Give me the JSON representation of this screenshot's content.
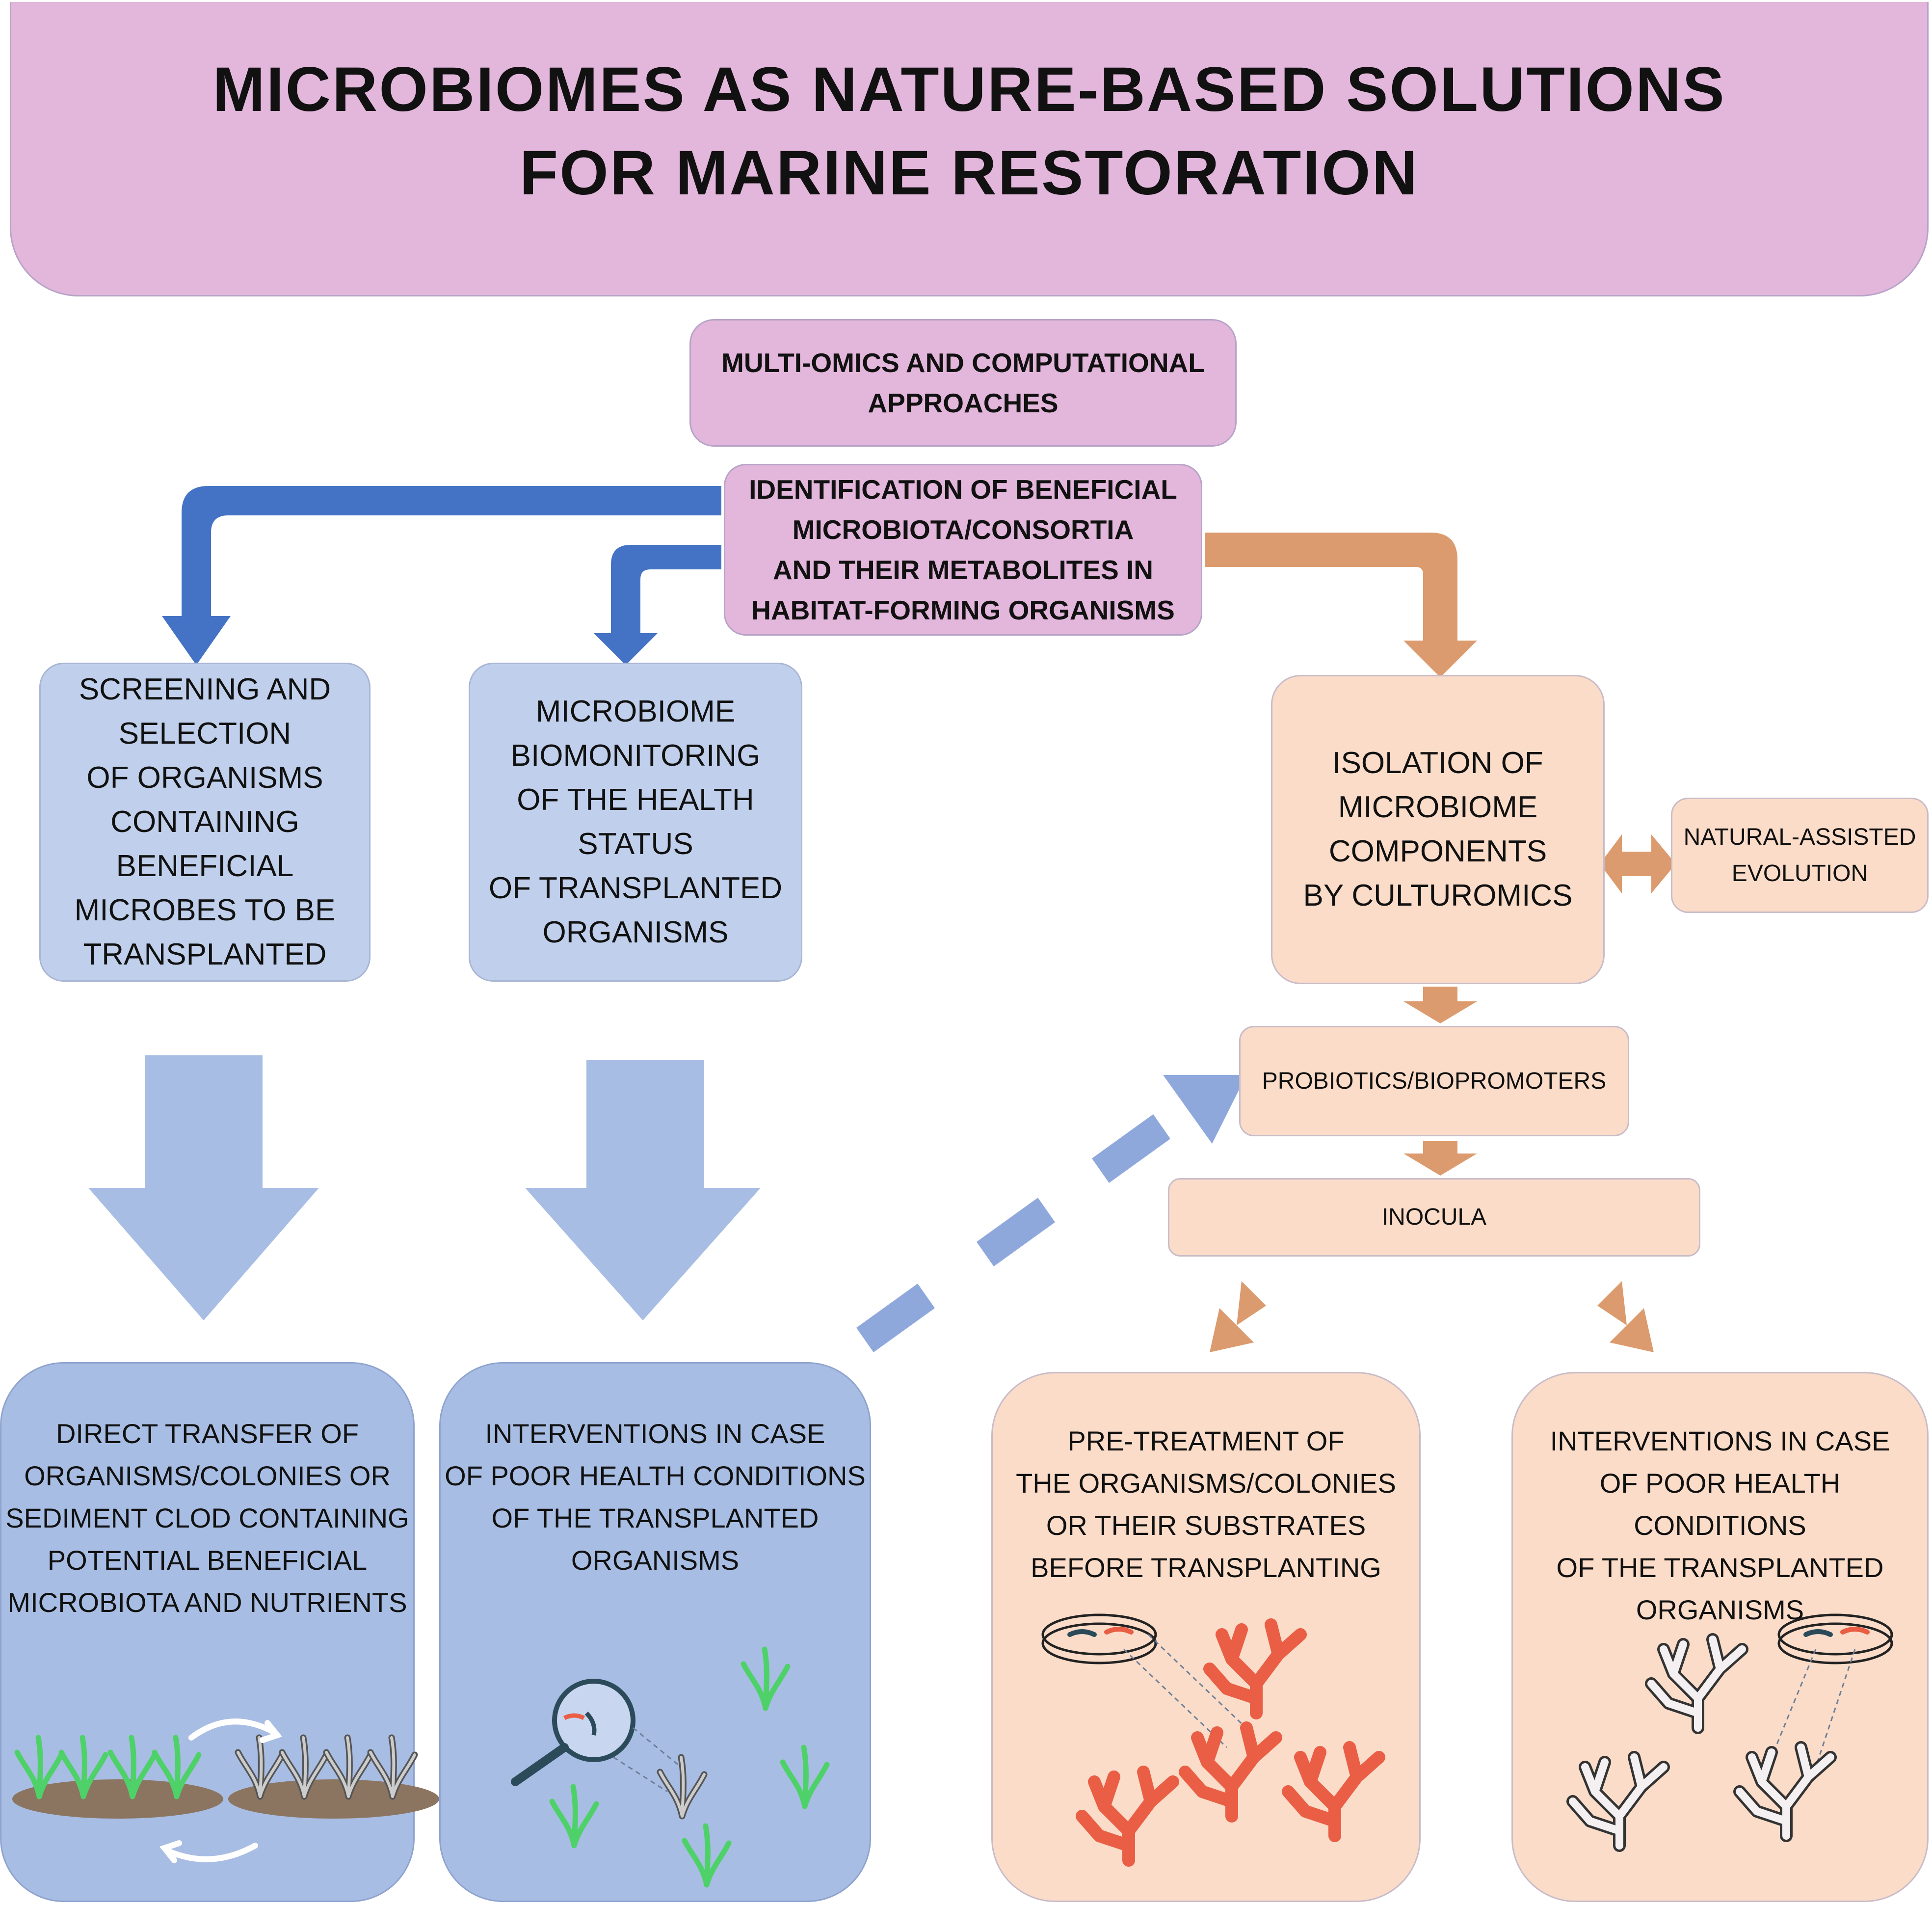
{
  "title": "MICROBIOMES AS NATURE-BASED SOLUTIONS\nFOR MARINE RESTORATION",
  "nodes": {
    "multiomics": "MULTI-OMICS AND COMPUTATIONAL\nAPPROACHES",
    "identification": "IDENTIFICATION OF BENEFICIAL\nMICROBIOTA/CONSORTIA\nAND THEIR METABOLITES IN\nHABITAT-FORMING ORGANISMS",
    "screening": "SCREENING AND\nSELECTION\nOF ORGANISMS\nCONTAINING\nBENEFICIAL\nMICROBES TO BE\nTRANSPLANTED",
    "biomonitoring": "MICROBIOME\nBIOMONITORING\nOF THE HEALTH\nSTATUS\nOF TRANSPLANTED\nORGANISMS",
    "isolation": "ISOLATION OF\nMICROBIOME\nCOMPONENTS\nBY CULTUROMICS",
    "natural_assisted": "NATURAL-ASSISTED\nEVOLUTION",
    "probiotics": "PROBIOTICS/BIOPROMOTERS",
    "inocula": "INOCULA",
    "direct_transfer": "DIRECT TRANSFER OF\nORGANISMS/COLONIES OR\nSEDIMENT CLOD CONTAINING\nPOTENTIAL BENEFICIAL\nMICROBIOTA AND NUTRIENTS",
    "interventions_blue": "INTERVENTIONS IN CASE\nOF POOR HEALTH CONDITIONS\nOF THE TRANSPLANTED\nORGANISMS",
    "pretreatment": "PRE-TREATMENT OF\nTHE ORGANISMS/COLONIES\nOR THEIR SUBSTRATES\nBEFORE TRANSPLANTING",
    "interventions_peach": "INTERVENTIONS IN CASE\nOF POOR HEALTH CONDITIONS\nOF THE TRANSPLANTED\nORGANISMS"
  },
  "colors": {
    "pink": "#e3b6db",
    "blue_dark_arrow": "#4472c4",
    "blue_light": "#c0d0ec",
    "blue_mid": "#a8bde3",
    "peach": "#fadcc8",
    "orange_arrow": "#dc9b6e",
    "coral": "#ea5e45",
    "seagrass": "#4fd16a"
  },
  "icons": [
    "seagrass-icon",
    "coral-icon",
    "petri-dish-icon",
    "magnifier-icon",
    "recycle-arrows-icon"
  ]
}
